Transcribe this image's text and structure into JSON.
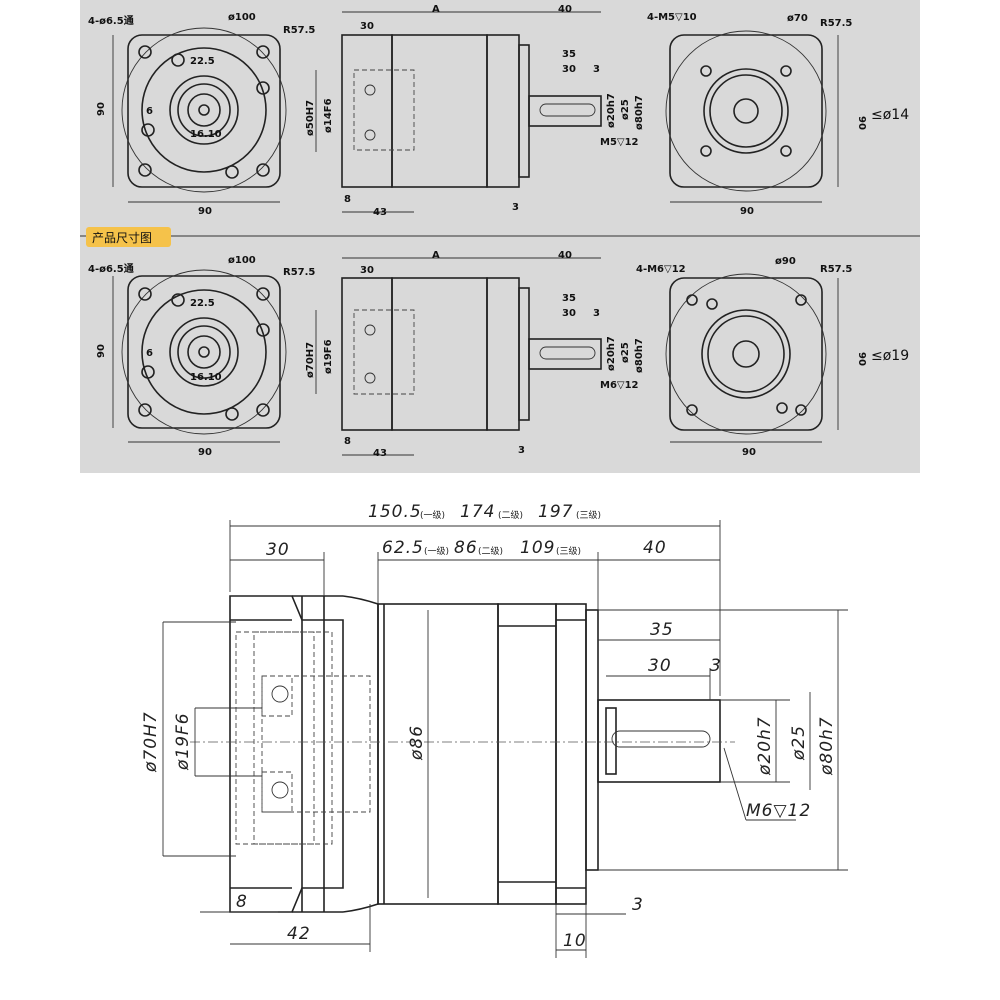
{
  "top_panel": {
    "badge": "产品尺寸图",
    "row1": {
      "holes": "4-ø6.5通",
      "d100": "ø100",
      "r575": "R57.5",
      "d225": "22.5",
      "d6": "6",
      "d1610": "16.10",
      "w90_left": "90",
      "h90_left": "90",
      "a": "A",
      "l40": "40",
      "l30": "30",
      "l35": "35",
      "l30b": "30",
      "l3": "3",
      "d50": "ø50H7",
      "d14": "ø14F6",
      "d20": "ø20h7",
      "d25": "ø25",
      "d80": "ø80h7",
      "m5": "M5▽12",
      "l8": "8",
      "l43": "43",
      "l3b": "3",
      "holes_r": "4-M5▽10",
      "d70": "ø70",
      "r575r": "R57.5",
      "w90_right": "90",
      "h90_right": "90",
      "bore": "≤ø14"
    },
    "row2": {
      "holes": "4-ø6.5通",
      "d100": "ø100",
      "r575": "R57.5",
      "d225": "22.5",
      "d6": "6",
      "d1610": "16.10",
      "w90_left": "90",
      "h90_left": "90",
      "a": "A",
      "l40": "40",
      "l30": "30",
      "l35": "35",
      "l30b": "30",
      "l3": "3",
      "d70": "ø70H7",
      "d19": "ø19F6",
      "d20": "ø20h7",
      "d25": "ø25",
      "d80": "ø80h7",
      "m6": "M6▽12",
      "l8": "8",
      "l43": "43",
      "l3b": "3",
      "holes_r": "4-M6▽12",
      "d90": "ø90",
      "r575r": "R57.5",
      "w90_right": "90",
      "h90_right": "90",
      "bore": "≤ø19"
    }
  },
  "main_drawing": {
    "total_len": {
      "v1": "150.5",
      "s1": "(一级)",
      "v2": "174",
      "s2": "(二级)",
      "v3": "197",
      "s3": "(三级)"
    },
    "body_len": {
      "v1": "62.5",
      "s1": "(一级)",
      "v2": "86",
      "s2": "(二级)",
      "v3": "109",
      "s3": "(三级)"
    },
    "flange_len": "30",
    "shaft_len": "40",
    "key_len_35": "35",
    "key_len_30": "30",
    "key_off_3": "3",
    "d70": "ø70H7",
    "d19": "ø19F6",
    "d86": "ø86",
    "d20": "ø20h7",
    "d25": "ø25",
    "d80": "ø80h7",
    "thread": "M6▽12",
    "len8": "8",
    "len42": "42",
    "len3": "3",
    "len10": "10"
  }
}
